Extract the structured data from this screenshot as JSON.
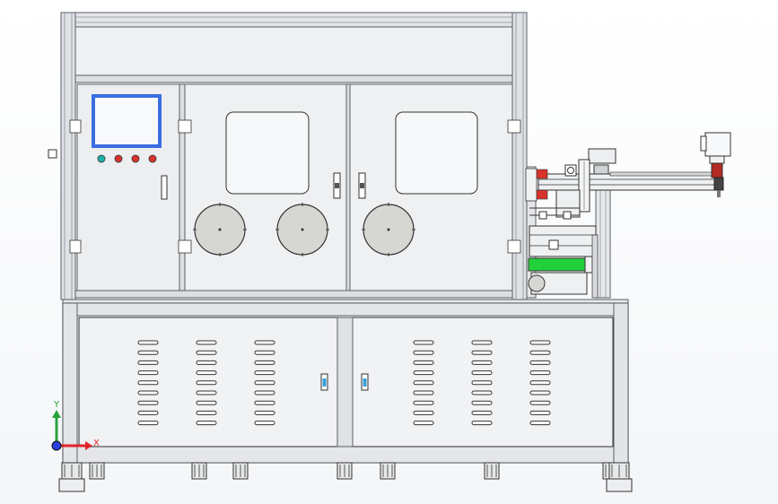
{
  "axes": {
    "x_label": "X",
    "y_label": "Y"
  },
  "colors": {
    "frame": "#e9ebed",
    "edge": "#5a5f66",
    "screen": "#3a6de0",
    "screen_fill": "#f7f9fc",
    "indicator_teal": "#1bb0a8",
    "indicator_red": "#d8332c",
    "disc": "#d6d6d2",
    "conveyor_green": "#22d13a",
    "axis_x": "#e0242a",
    "axis_y": "#2aa33a",
    "axis_z": "#2a3fe0"
  },
  "machine": {
    "door_windows": 2,
    "rollers": 3,
    "indicator_lights": [
      "teal",
      "red",
      "red",
      "red"
    ],
    "lower_cabinet_doors": 2,
    "vent_columns_per_door": 3,
    "vent_slots_per_column": 9,
    "feet": 9
  }
}
